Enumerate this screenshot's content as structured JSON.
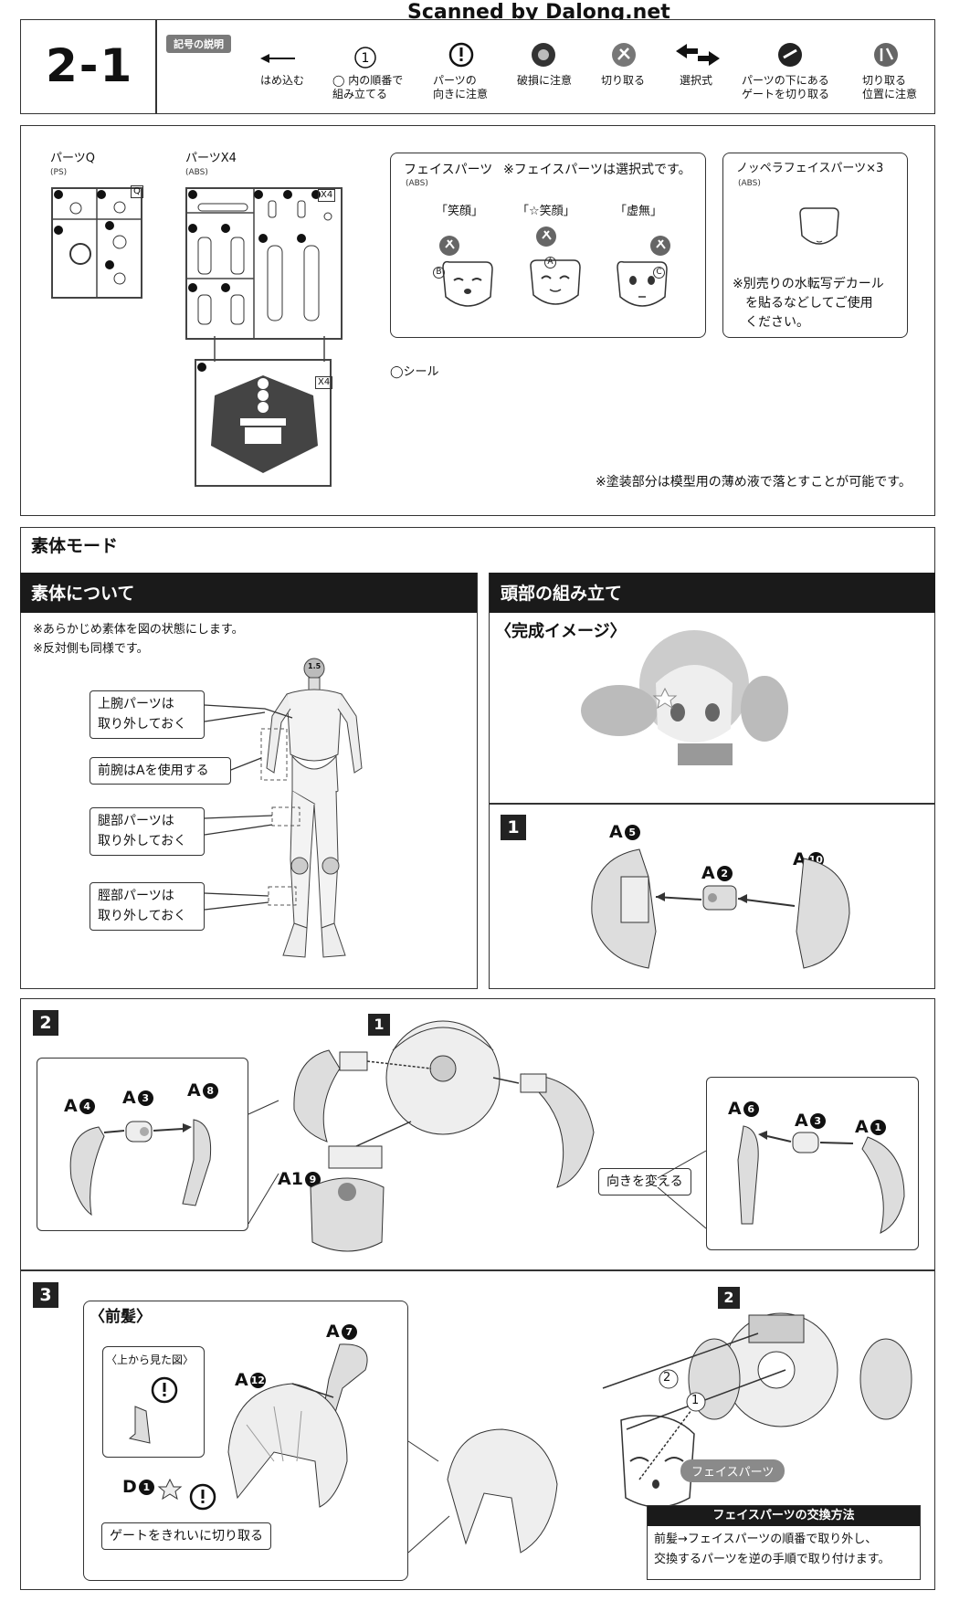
{
  "watermark": "Scanned by Dalong.net",
  "page_number": "2-1",
  "legend": {
    "title": "記号の説明",
    "items": [
      {
        "icon": "arrow-left-icon",
        "label1": "はめ込む",
        "label2": ""
      },
      {
        "icon": "circle-number-icon",
        "label1": "◯ 内の順番で",
        "label2": "組み立てる"
      },
      {
        "icon": "exclamation-icon",
        "label1": "パーツの",
        "label2": "向きに注意"
      },
      {
        "icon": "break-warning-icon",
        "label1": "破損に注意",
        "label2": ""
      },
      {
        "icon": "cut-icon",
        "label1": "切り取る",
        "label2": ""
      },
      {
        "icon": "select-arrows-icon",
        "label1": "選択式",
        "label2": ""
      },
      {
        "icon": "gate-cut-icon",
        "label1": "パーツの下にある",
        "label2": "ゲートを切り取る"
      },
      {
        "icon": "cut-position-icon",
        "label1": "切り取る",
        "label2": "位置に注意"
      }
    ]
  },
  "parts": {
    "q_label": "パーツQ",
    "q_material": "(PS)",
    "q_tag": "Q",
    "x4_label": "パーツX4",
    "x4_material": "(ABS)",
    "x4_tag": "X4",
    "seal_label": "◯シール",
    "face_title": "フェイスパーツ",
    "face_material": "(ABS)",
    "face_note": "※フェイスパーツは選択式です。",
    "faces": [
      {
        "name": "「笑顔」",
        "letter": "B"
      },
      {
        "name": "「☆笑顔」",
        "letter": "A"
      },
      {
        "name": "「虚無」",
        "letter": "C"
      }
    ],
    "blank_title": "ノッペラフェイスパーツ×3",
    "blank_material": "(ABS)",
    "blank_note": [
      "※別売りの水転写デカール",
      "を貼るなどしてご使用",
      "ください。"
    ],
    "paint_note": "※塗装部分は模型用の薄め液で落とすことが可能です。"
  },
  "mode_title": "素体モード",
  "body_section": {
    "title": "素体について",
    "note1": "※あらかじめ素体を図の状態にします。",
    "note2": "※反対側も同様です。",
    "head_tag": "1.5",
    "callouts": [
      [
        "上腕パーツは",
        "取り外しておく"
      ],
      [
        "前腕はAを使用する"
      ],
      [
        "腿部パーツは",
        "取り外しておく"
      ],
      [
        "脛部パーツは",
        "取り外しておく"
      ]
    ]
  },
  "head_section": {
    "title": "頭部の組み立て",
    "preview_title": "〈完成イメージ〉"
  },
  "step1": {
    "num": "1",
    "labels": [
      "A",
      "A",
      "A"
    ],
    "circles": [
      "5",
      "2",
      "10"
    ]
  },
  "step2": {
    "num": "2",
    "ref": "1",
    "labels": [
      "A",
      "A",
      "A",
      "A1",
      "A",
      "A",
      "A"
    ],
    "circles": [
      "4",
      "3",
      "8",
      "9",
      "6",
      "3",
      "1"
    ],
    "turn_label": "向きを変える"
  },
  "step3": {
    "num": "3",
    "ref": "2",
    "bangs_title": "〈前髪〉",
    "top_view": "〈上から見た図〉",
    "labels": [
      "A",
      "A",
      "D"
    ],
    "circles": [
      "7",
      "12",
      "1"
    ],
    "gate_note": "ゲートをきれいに切り取る",
    "order": [
      "2",
      "1"
    ],
    "face_pill": "フェイスパーツ",
    "exchange_title": "フェイスパーツの交換方法",
    "exchange_text": [
      "前髪→フェイスパーツの順番で取り外し、",
      "交換するパーツを逆の手順で取り付けます。"
    ]
  }
}
